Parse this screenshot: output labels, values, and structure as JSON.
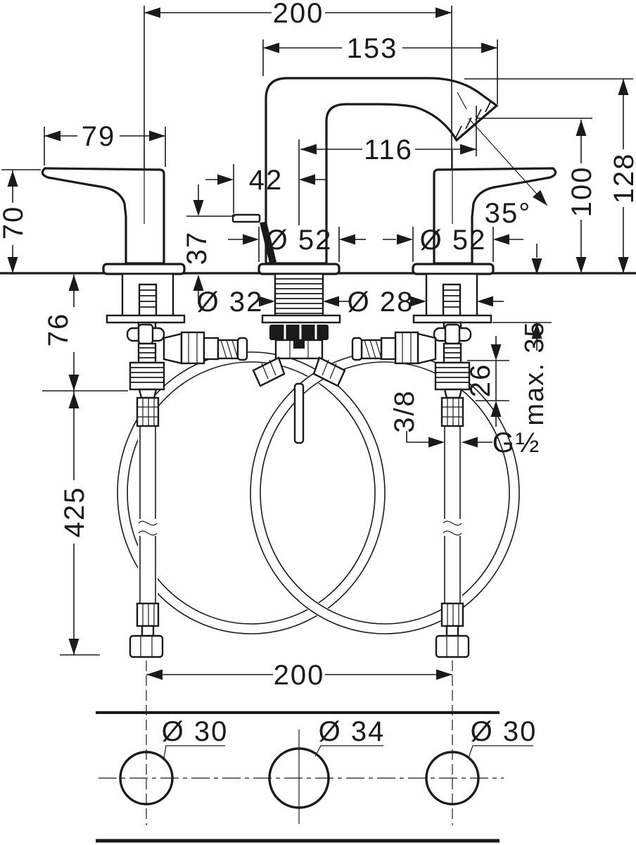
{
  "drawing": {
    "type": "faucet-installation-technical-drawing",
    "views": [
      "side-elevation-with-supply-hoses",
      "deck-hole-plan"
    ]
  },
  "dims": {
    "top_width": "200",
    "spout_reach": "153",
    "handle_length": "79",
    "spout_to_outlet": "116",
    "rod_offset": "42",
    "handle_height": "70",
    "rod_height": "37",
    "escutcheon_left": "Ø 52",
    "escutcheon_right": "Ø 52",
    "spray_angle": "35°",
    "outlet_height": "100",
    "total_height": "128",
    "shank_center": "Ø 32",
    "shank_side": "Ø 28",
    "clearance_below": "76",
    "nut_travel": "26",
    "max_deck": "max. 35",
    "hose_size": "3/8",
    "supply_thread": "G½",
    "hose_length": "425",
    "bottom_width": "200",
    "hole_left": "Ø 30",
    "hole_center": "Ø 34",
    "hole_right": "Ø 30"
  },
  "colors": {
    "line": "#1a1a1a",
    "background": "#ffffff"
  }
}
